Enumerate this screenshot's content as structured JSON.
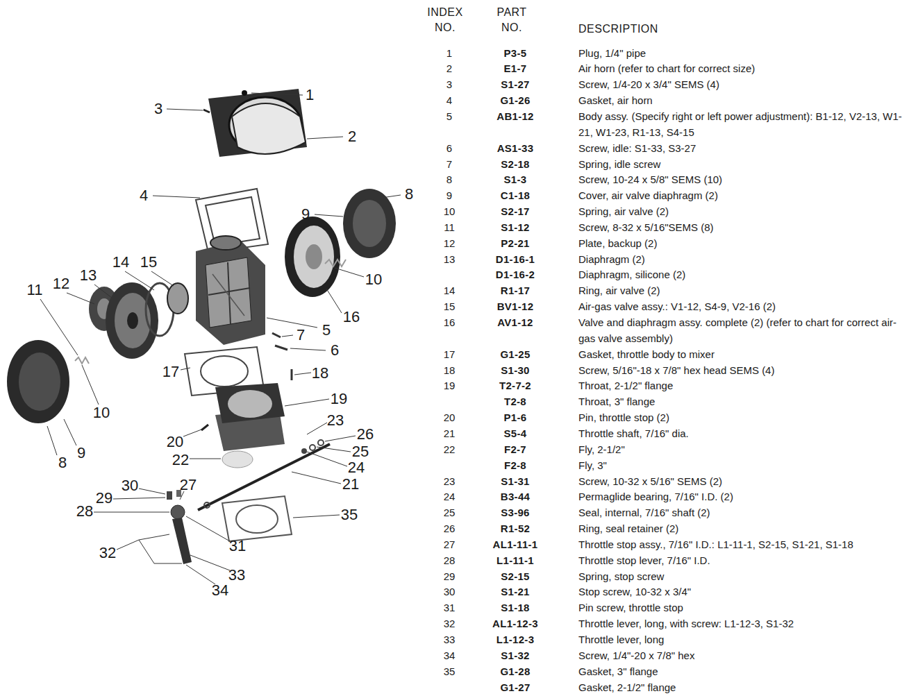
{
  "diagram": {
    "labels": [
      "1",
      "2",
      "3",
      "4",
      "8",
      "9",
      "10",
      "14",
      "15",
      "13",
      "12",
      "11",
      "16",
      "7",
      "5",
      "6",
      "17",
      "18",
      "19",
      "10",
      "23",
      "26",
      "20",
      "25",
      "9",
      "22",
      "24",
      "8",
      "30",
      "27",
      "21",
      "29",
      "28",
      "35",
      "31",
      "32",
      "33",
      "34",
      "INDEX NO.",
      "PART NO.",
      "DESCRIPTION",
      "1",
      "P3-5",
      "Plug, 1/4\" pipe",
      "2",
      "E1-7",
      "Air horn (refer to chart for correct size)",
      "3",
      "S1-27",
      "Screw, 1/4-20 x 3/4\" SEMS (4)",
      "4",
      "G1-26",
      "Gasket, air horn",
      "5",
      "AB1-12",
      "Body assy. (Specify right or left power adjustment): B1-12, V2-13, W1-21, W1-23, R1-13, S4-15",
      "6",
      "AS1-33",
      "Screw, idle: S1-33, S3-27",
      "7",
      "S2-18",
      "Spring, idle screw",
      "8",
      "S1-3",
      "Screw, 10-24 x 5/8\" SEMS (10)",
      "9",
      "C1-18",
      "Cover, air valve diaphragm (2)",
      "10",
      "S2-17",
      "Spring, air valve (2)",
      "11",
      "S1-12",
      "Screw, 8-32 x 5/16\"SEMS (8)",
      "12",
      "P2-21",
      "Plate, backup (2)",
      "13",
      "D1-16-1",
      "Diaphragm (2)",
      "D1-16-2",
      "Diaphragm, silicone (2)",
      "14",
      "R1-17",
      "Ring, air valve (2)",
      "15",
      "BV1-12",
      "Air-gas valve assy.: V1-12, S4-9, V2-16 (2)",
      "16",
      "AV1-12",
      "Valve and diaphragm assy. complete (2) (refer to chart for correct air-gas valve assembly)",
      "17",
      "G1-25",
      "Gasket, throttle body to mixer",
      "18",
      "S1-30",
      "Screw, 5/16\"-18 x 7/8\" hex head SEMS (4)",
      "19",
      "T2-7-2",
      "Throat, 2-1/2\" flange",
      "T2-8",
      "Throat, 3\" flange",
      "20",
      "P1-6",
      "Pin, throttle stop (2)",
      "21",
      "S5-4",
      "Throttle shaft, 7/16\" dia.",
      "22",
      "F2-7",
      "Fly, 2-1/2\"",
      "F2-8",
      "Fly, 3\"",
      "23",
      "S1-31",
      "Screw, 10-32 x 5/16\" SEMS (2)",
      "24",
      "B3-44",
      "Permaglide bearing, 7/16\" I.D. (2)",
      "25",
      "S3-96",
      "Seal, internal, 7/16\" shaft (2)",
      "26",
      "R1-52",
      "Ring, seal retainer (2)",
      "27",
      "AL1-11-1",
      "Throttle stop assy., 7/16\" I.D.: L1-11-1, S2-15, S1-21, S1-18",
      "28",
      "L1-11-1",
      "Throttle stop lever, 7/16\" I.D.",
      "29",
      "S2-15",
      "Spring, stop screw",
      "30",
      "S1-21",
      "Stop screw, 10-32 x 3/4\"",
      "31",
      "S1-18",
      "Pin screw, throttle stop",
      "32",
      "AL1-12-3",
      "Throttle lever, long, with screw: L1-12-3, S1-32",
      "33",
      "L1-12-3",
      "Throttle lever, long",
      "34",
      "S1-32",
      "Screw, 1/4\"-20 x 7/8\" hex",
      "35",
      "G1-28",
      "Gasket, 3\" flange",
      "G1-27",
      "Gasket, 2-1/2\" flange"
    ]
  }
}
